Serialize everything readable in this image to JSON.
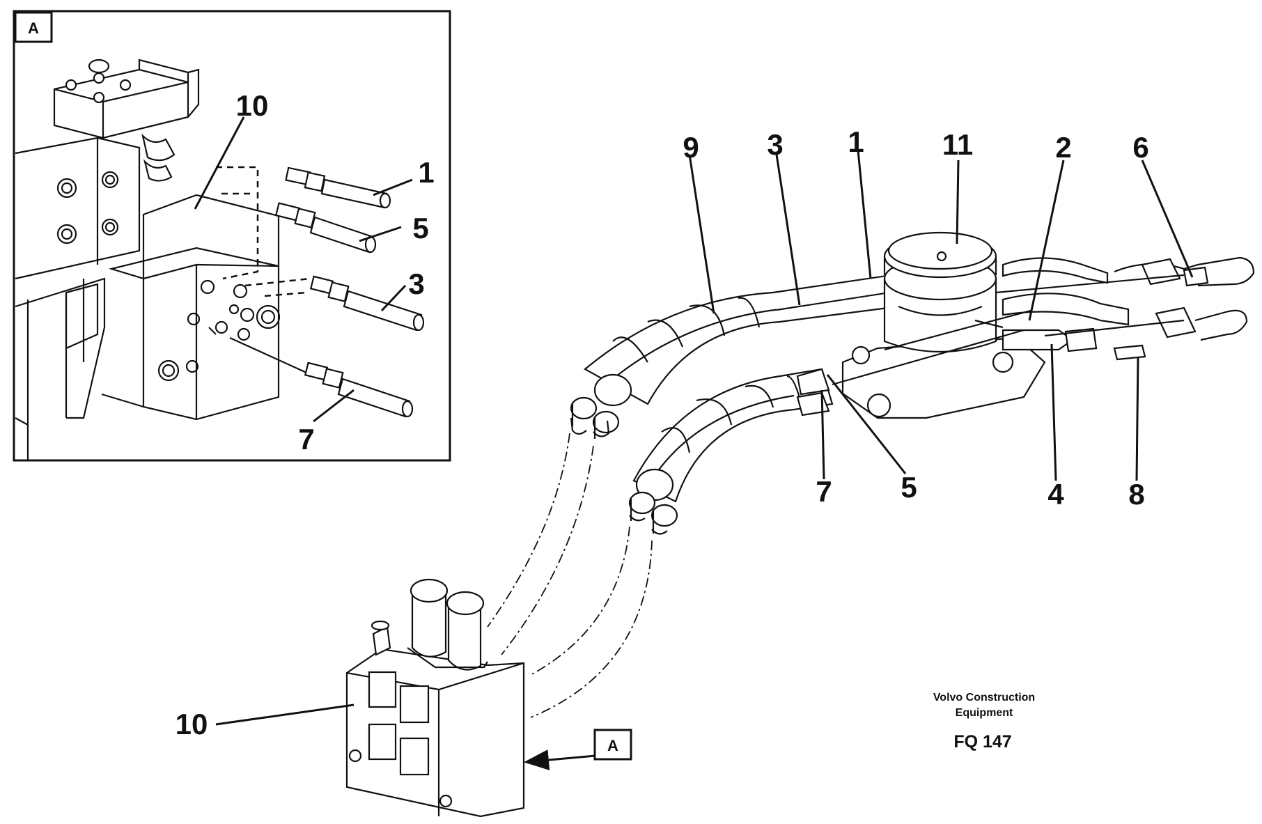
{
  "inset": {
    "view_label": "A",
    "callouts": {
      "c10": "10",
      "c1": "1",
      "c5": "5",
      "c3": "3",
      "c7": "7"
    }
  },
  "main": {
    "callouts": {
      "c9": "9",
      "c3": "3",
      "c1": "1",
      "c11": "11",
      "c2": "2",
      "c6": "6",
      "c7": "7",
      "c5": "5",
      "c4": "4",
      "c8": "8",
      "c10": "10"
    },
    "view_ref": "A"
  },
  "credit": {
    "line1": "Volvo Construction",
    "line2": "Equipment",
    "code": "FQ 147"
  }
}
